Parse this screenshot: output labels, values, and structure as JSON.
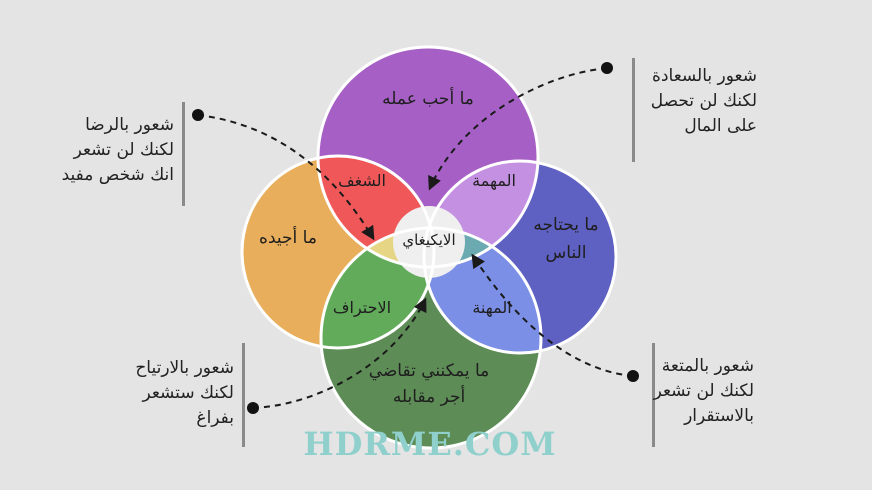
{
  "circles": {
    "love": {
      "label": "ما أحب عمله",
      "color": "#a660c5"
    },
    "good_at": {
      "label": "ما أجيده",
      "color": "#e8ae5b"
    },
    "world_needs": {
      "label_lines": [
        "ما يحتاجه",
        "الناس"
      ],
      "color": "#5e60c2"
    },
    "paid_for": {
      "label_lines": [
        "ما يمكنني تقاضي",
        "أجر مقابله"
      ],
      "color": "#5d8c56"
    }
  },
  "overlaps": {
    "passion": {
      "label": "الشغف",
      "color": "#f05759"
    },
    "mission": {
      "label": "المهمة",
      "color": "#c490e2"
    },
    "profession": {
      "label": "الاحتراف",
      "color": "#62ab5b"
    },
    "vocation": {
      "label": "المهنة",
      "color": "#7b8fe6"
    },
    "triple_top": {
      "color": "#dda7e6"
    },
    "triple_left": {
      "color": "#e6d585"
    },
    "triple_right": {
      "color": "#6aaab0"
    },
    "triple_bottom": {
      "color": "#9ae08f"
    },
    "center": {
      "label": "الايكيغاي",
      "color": "#efefef"
    }
  },
  "notes": {
    "top_left": [
      "شعور بالرضا",
      "لكنك لن تشعر",
      "انك شخص مفيد"
    ],
    "top_right": [
      "شعور بالسعادة",
      "لكنك لن تحصل",
      "على المال"
    ],
    "bottom_left": [
      "شعور بالارتياح",
      "لكنك ستشعر",
      "بفراغ"
    ],
    "bottom_right": [
      "شعور بالمتعة",
      "لكنك لن تشعر",
      "بالاستقرار"
    ]
  },
  "watermark": "HDRME.COM"
}
